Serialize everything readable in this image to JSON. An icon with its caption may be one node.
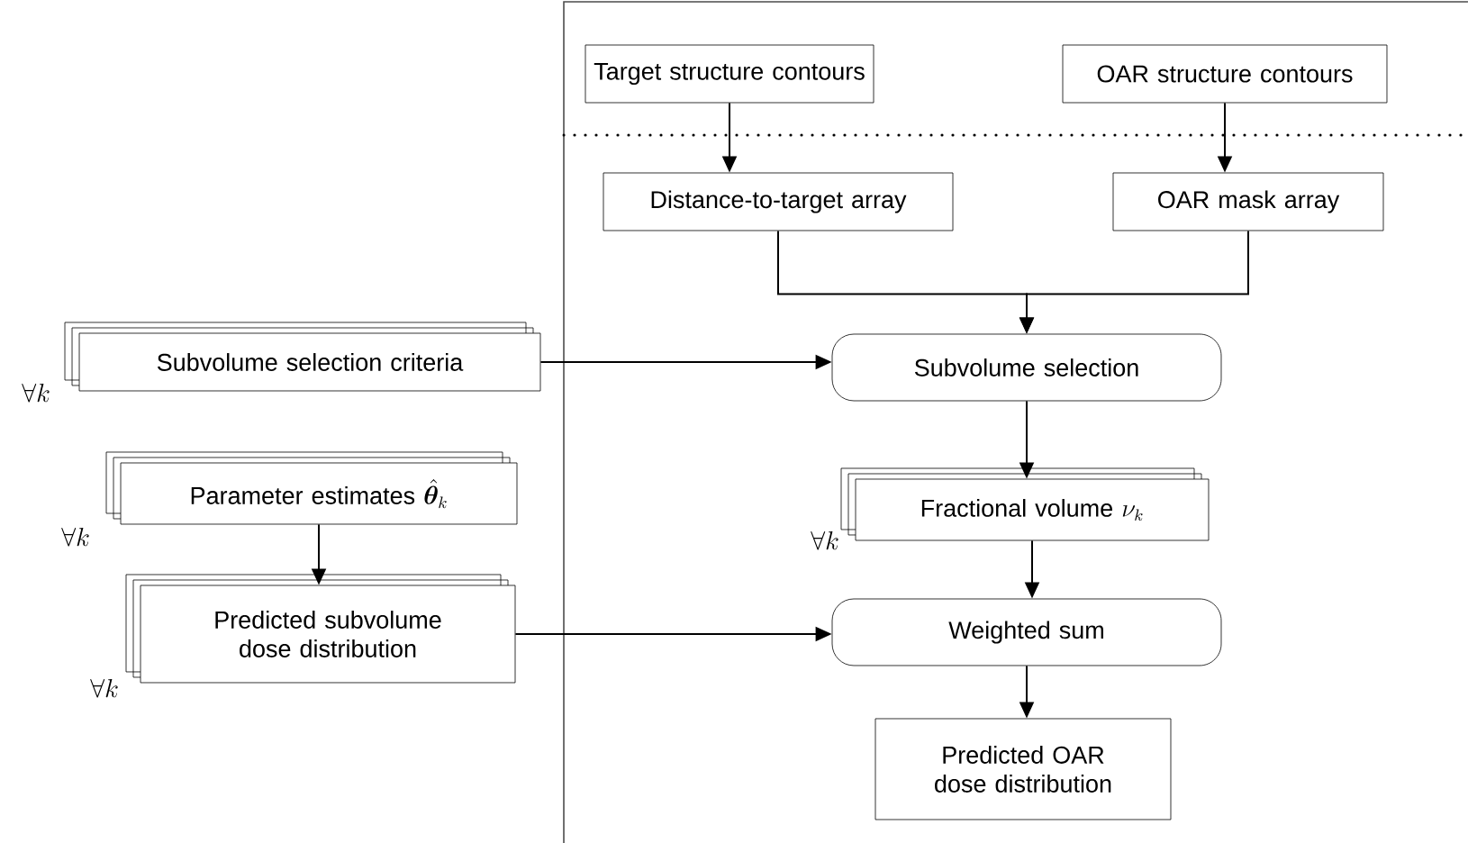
{
  "diagram": {
    "nodes": [
      {
        "text": [
          "Target structure contours"
        ]
      },
      {
        "text": [
          "OAR structure contours"
        ]
      },
      {
        "text": [
          "Distance-to-target array"
        ]
      },
      {
        "text": [
          "OAR mask array"
        ]
      },
      {
        "text": [
          "Subvolume selection criteria"
        ],
        "beside": [
          "\\forall k"
        ]
      },
      {
        "text": [
          "Subvolume selection"
        ]
      },
      {
        "text": [
          "Parameter estimates",
          "\\hat{\\boldsymbol{\\theta}}_k"
        ],
        "beside": [
          "\\forall k"
        ]
      },
      {
        "text": [
          "Fractional volume",
          "\\nu_k"
        ],
        "beside": [
          "\\forall k"
        ]
      },
      {
        "text": [
          "Predicted subvolume dose distribution"
        ],
        "beside": [
          "\\forall k"
        ]
      },
      {
        "text": [
          "Weighted sum"
        ]
      },
      {
        "text": [
          "Predicted OAR dose distribution"
        ]
      }
    ],
    "edges": [
      {
        "from": 0,
        "to": 2,
        "arrow": "to"
      },
      {
        "from": 1,
        "to": 3,
        "arrow": "to"
      },
      {
        "from": 2,
        "to": 5,
        "arrow": "to"
      },
      {
        "from": 3,
        "to": 5,
        "arrow": "to"
      },
      {
        "from": 4,
        "to": 5,
        "arrow": "to"
      },
      {
        "from": 5,
        "to": 7,
        "arrow": "to"
      },
      {
        "from": 6,
        "to": 8,
        "arrow": "to"
      },
      {
        "from": 7,
        "to": 9,
        "arrow": "to"
      },
      {
        "from": 8,
        "to": 9,
        "arrow": "to"
      },
      {
        "from": 9,
        "to": 10,
        "arrow": "to"
      }
    ]
  }
}
